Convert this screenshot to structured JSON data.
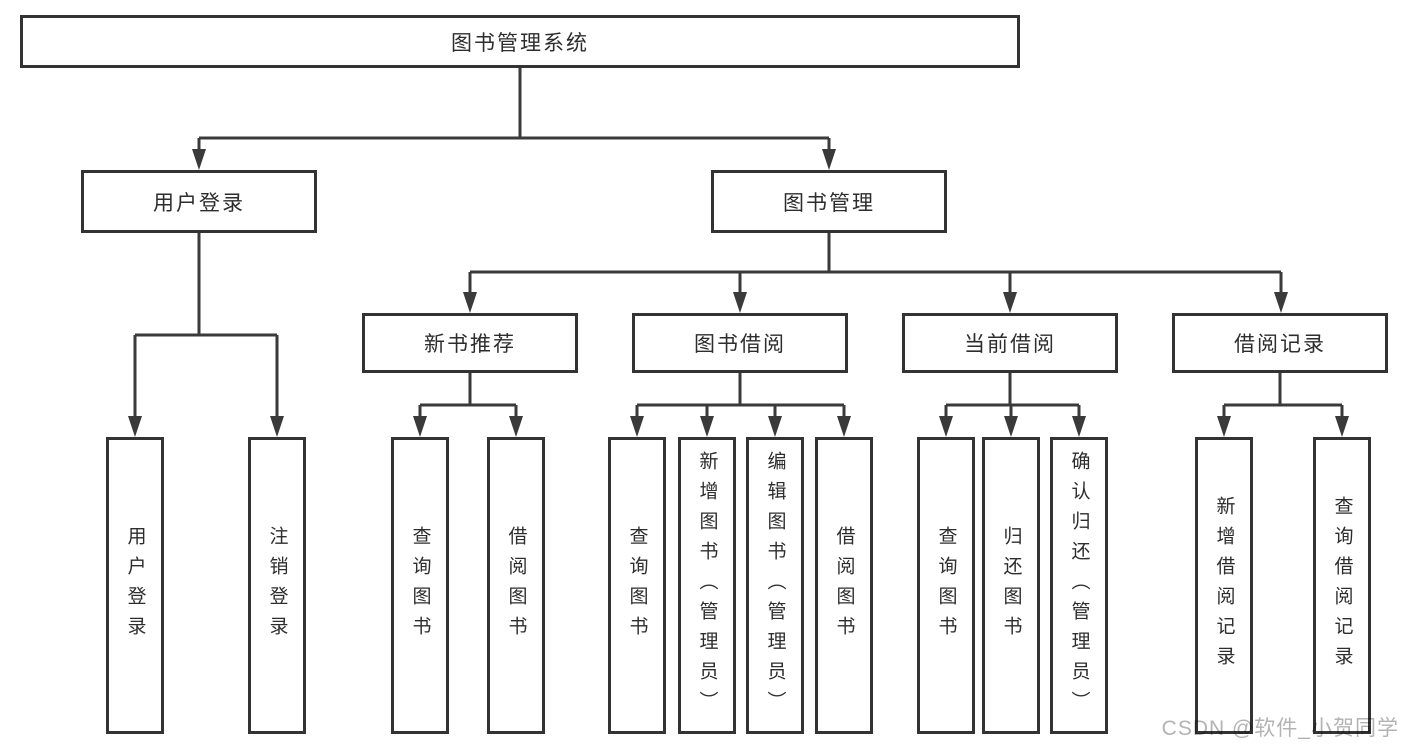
{
  "diagram": {
    "tree": {
      "label": "图书管理系统",
      "children": [
        {
          "label": "用户登录",
          "children": [
            {
              "label": "用户登录"
            },
            {
              "label": "注销登录"
            }
          ]
        },
        {
          "label": "图书管理",
          "children": [
            {
              "label": "新书推荐",
              "children": [
                {
                  "label": "查询图书"
                },
                {
                  "label": "借阅图书"
                }
              ]
            },
            {
              "label": "图书借阅",
              "children": [
                {
                  "label": "查询图书"
                },
                {
                  "label": "新增图书（管理员）"
                },
                {
                  "label": "编辑图书（管理员）"
                },
                {
                  "label": "借阅图书"
                }
              ]
            },
            {
              "label": "当前借阅",
              "children": [
                {
                  "label": "查询图书"
                },
                {
                  "label": "归还图书"
                },
                {
                  "label": "确认归还（管理员）"
                }
              ]
            },
            {
              "label": "借阅记录",
              "children": [
                {
                  "label": "新增借阅记录"
                },
                {
                  "label": "查询借阅记录"
                }
              ]
            }
          ]
        }
      ]
    },
    "watermark": "CSDN @软件_小贺同学",
    "colors": {
      "line": "#3a3a3a",
      "border": "#333333",
      "text": "#2d2d2d",
      "watermark": "#b3b3b3",
      "background": "#ffffff"
    }
  }
}
